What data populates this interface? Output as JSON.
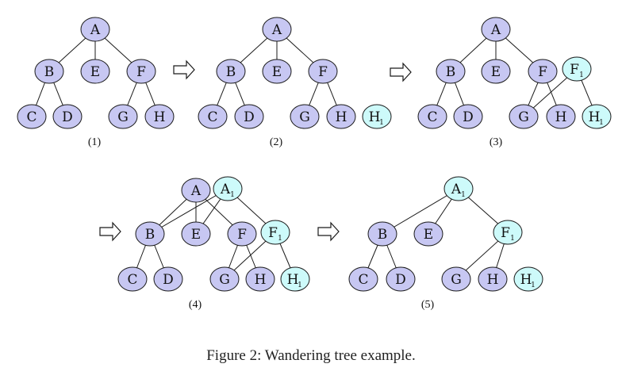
{
  "figure": {
    "caption": "Figure 2: Wandering tree example.",
    "original_color": "#c7c7f2",
    "new_color": "#cdfafa",
    "stroke_color": "#1a1a1a",
    "arrow_symbol": "⇨"
  },
  "panels": [
    {
      "label": "(1)",
      "nodes": [
        {
          "id": "A",
          "text": "A",
          "sub": "",
          "kind": "original"
        },
        {
          "id": "B",
          "text": "B",
          "sub": "",
          "kind": "original"
        },
        {
          "id": "E",
          "text": "E",
          "sub": "",
          "kind": "original"
        },
        {
          "id": "F",
          "text": "F",
          "sub": "",
          "kind": "original"
        },
        {
          "id": "C",
          "text": "C",
          "sub": "",
          "kind": "original"
        },
        {
          "id": "D",
          "text": "D",
          "sub": "",
          "kind": "original"
        },
        {
          "id": "G",
          "text": "G",
          "sub": "",
          "kind": "original"
        },
        {
          "id": "H",
          "text": "H",
          "sub": "",
          "kind": "original"
        }
      ],
      "edges": [
        [
          "A",
          "B"
        ],
        [
          "A",
          "E"
        ],
        [
          "A",
          "F"
        ],
        [
          "B",
          "C"
        ],
        [
          "B",
          "D"
        ],
        [
          "F",
          "G"
        ],
        [
          "F",
          "H"
        ]
      ]
    },
    {
      "label": "(2)",
      "nodes": [
        {
          "id": "A",
          "text": "A",
          "sub": "",
          "kind": "original"
        },
        {
          "id": "B",
          "text": "B",
          "sub": "",
          "kind": "original"
        },
        {
          "id": "E",
          "text": "E",
          "sub": "",
          "kind": "original"
        },
        {
          "id": "F",
          "text": "F",
          "sub": "",
          "kind": "original"
        },
        {
          "id": "C",
          "text": "C",
          "sub": "",
          "kind": "original"
        },
        {
          "id": "D",
          "text": "D",
          "sub": "",
          "kind": "original"
        },
        {
          "id": "G",
          "text": "G",
          "sub": "",
          "kind": "original"
        },
        {
          "id": "H",
          "text": "H",
          "sub": "",
          "kind": "original"
        },
        {
          "id": "H1",
          "text": "H",
          "sub": "1",
          "kind": "new"
        }
      ],
      "edges": [
        [
          "A",
          "B"
        ],
        [
          "A",
          "E"
        ],
        [
          "A",
          "F"
        ],
        [
          "B",
          "C"
        ],
        [
          "B",
          "D"
        ],
        [
          "F",
          "G"
        ],
        [
          "F",
          "H"
        ]
      ]
    },
    {
      "label": "(3)",
      "nodes": [
        {
          "id": "A",
          "text": "A",
          "sub": "",
          "kind": "original"
        },
        {
          "id": "B",
          "text": "B",
          "sub": "",
          "kind": "original"
        },
        {
          "id": "E",
          "text": "E",
          "sub": "",
          "kind": "original"
        },
        {
          "id": "F",
          "text": "F",
          "sub": "",
          "kind": "original"
        },
        {
          "id": "F1",
          "text": "F",
          "sub": "1",
          "kind": "new"
        },
        {
          "id": "C",
          "text": "C",
          "sub": "",
          "kind": "original"
        },
        {
          "id": "D",
          "text": "D",
          "sub": "",
          "kind": "original"
        },
        {
          "id": "G",
          "text": "G",
          "sub": "",
          "kind": "original"
        },
        {
          "id": "H",
          "text": "H",
          "sub": "",
          "kind": "original"
        },
        {
          "id": "H1",
          "text": "H",
          "sub": "1",
          "kind": "new"
        }
      ],
      "edges": [
        [
          "A",
          "B"
        ],
        [
          "A",
          "E"
        ],
        [
          "A",
          "F"
        ],
        [
          "B",
          "C"
        ],
        [
          "B",
          "D"
        ],
        [
          "F",
          "G"
        ],
        [
          "F",
          "H"
        ],
        [
          "F1",
          "G"
        ],
        [
          "F1",
          "H1"
        ]
      ]
    },
    {
      "label": "(4)",
      "nodes": [
        {
          "id": "A",
          "text": "A",
          "sub": "",
          "kind": "original"
        },
        {
          "id": "A1",
          "text": "A",
          "sub": "1",
          "kind": "new"
        },
        {
          "id": "B",
          "text": "B",
          "sub": "",
          "kind": "original"
        },
        {
          "id": "E",
          "text": "E",
          "sub": "",
          "kind": "original"
        },
        {
          "id": "F",
          "text": "F",
          "sub": "",
          "kind": "original"
        },
        {
          "id": "F1",
          "text": "F",
          "sub": "1",
          "kind": "new"
        },
        {
          "id": "C",
          "text": "C",
          "sub": "",
          "kind": "original"
        },
        {
          "id": "D",
          "text": "D",
          "sub": "",
          "kind": "original"
        },
        {
          "id": "G",
          "text": "G",
          "sub": "",
          "kind": "original"
        },
        {
          "id": "H",
          "text": "H",
          "sub": "",
          "kind": "original"
        },
        {
          "id": "H1",
          "text": "H",
          "sub": "1",
          "kind": "new"
        }
      ],
      "edges": [
        [
          "A",
          "B"
        ],
        [
          "A",
          "E"
        ],
        [
          "A",
          "F"
        ],
        [
          "A1",
          "B"
        ],
        [
          "A1",
          "E"
        ],
        [
          "A1",
          "F1"
        ],
        [
          "B",
          "C"
        ],
        [
          "B",
          "D"
        ],
        [
          "F",
          "G"
        ],
        [
          "F",
          "H"
        ],
        [
          "F1",
          "G"
        ],
        [
          "F1",
          "H1"
        ]
      ]
    },
    {
      "label": "(5)",
      "nodes": [
        {
          "id": "A1",
          "text": "A",
          "sub": "1",
          "kind": "new"
        },
        {
          "id": "B",
          "text": "B",
          "sub": "",
          "kind": "original"
        },
        {
          "id": "E",
          "text": "E",
          "sub": "",
          "kind": "original"
        },
        {
          "id": "F1",
          "text": "F",
          "sub": "1",
          "kind": "new"
        },
        {
          "id": "C",
          "text": "C",
          "sub": "",
          "kind": "original"
        },
        {
          "id": "D",
          "text": "D",
          "sub": "",
          "kind": "original"
        },
        {
          "id": "G",
          "text": "G",
          "sub": "",
          "kind": "original"
        },
        {
          "id": "H",
          "text": "H",
          "sub": "",
          "kind": "original"
        },
        {
          "id": "H1",
          "text": "H",
          "sub": "1",
          "kind": "new"
        }
      ],
      "edges": [
        [
          "A1",
          "B"
        ],
        [
          "A1",
          "E"
        ],
        [
          "A1",
          "F1"
        ],
        [
          "B",
          "C"
        ],
        [
          "B",
          "D"
        ],
        [
          "F1",
          "G"
        ],
        [
          "F1",
          "H"
        ]
      ]
    }
  ]
}
